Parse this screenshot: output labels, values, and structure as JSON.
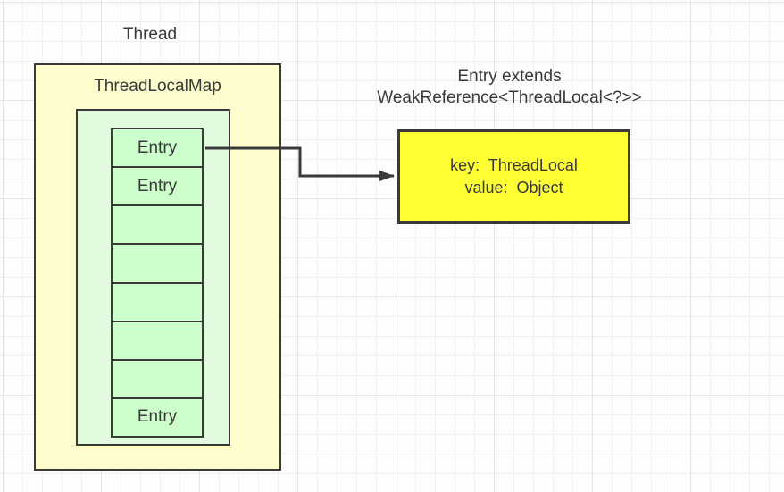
{
  "canvas": {
    "background": "#fdfdfd",
    "grid_minor_color": "#f0f0f0",
    "grid_major_color": "#e5e5e5"
  },
  "thread": {
    "label": "Thread"
  },
  "threadlocalmap": {
    "title": "ThreadLocalMap",
    "fill": "#fcfccd",
    "border_color": "#3a3a3a"
  },
  "entry_table": {
    "container_fill": "#e2fadd",
    "cell_fill": "#ccffcc",
    "cells": [
      "Entry",
      "Entry",
      "",
      "",
      "",
      "",
      "",
      "Entry"
    ]
  },
  "arrow": {
    "color": "#3a3a3a"
  },
  "annotation": {
    "line1": "Entry extends",
    "line2": "WeakReference<ThreadLocal<?>>"
  },
  "entry_detail_box": {
    "fill": "#feff33",
    "line1": "key:  ThreadLocal",
    "line2": "value:  Object"
  }
}
